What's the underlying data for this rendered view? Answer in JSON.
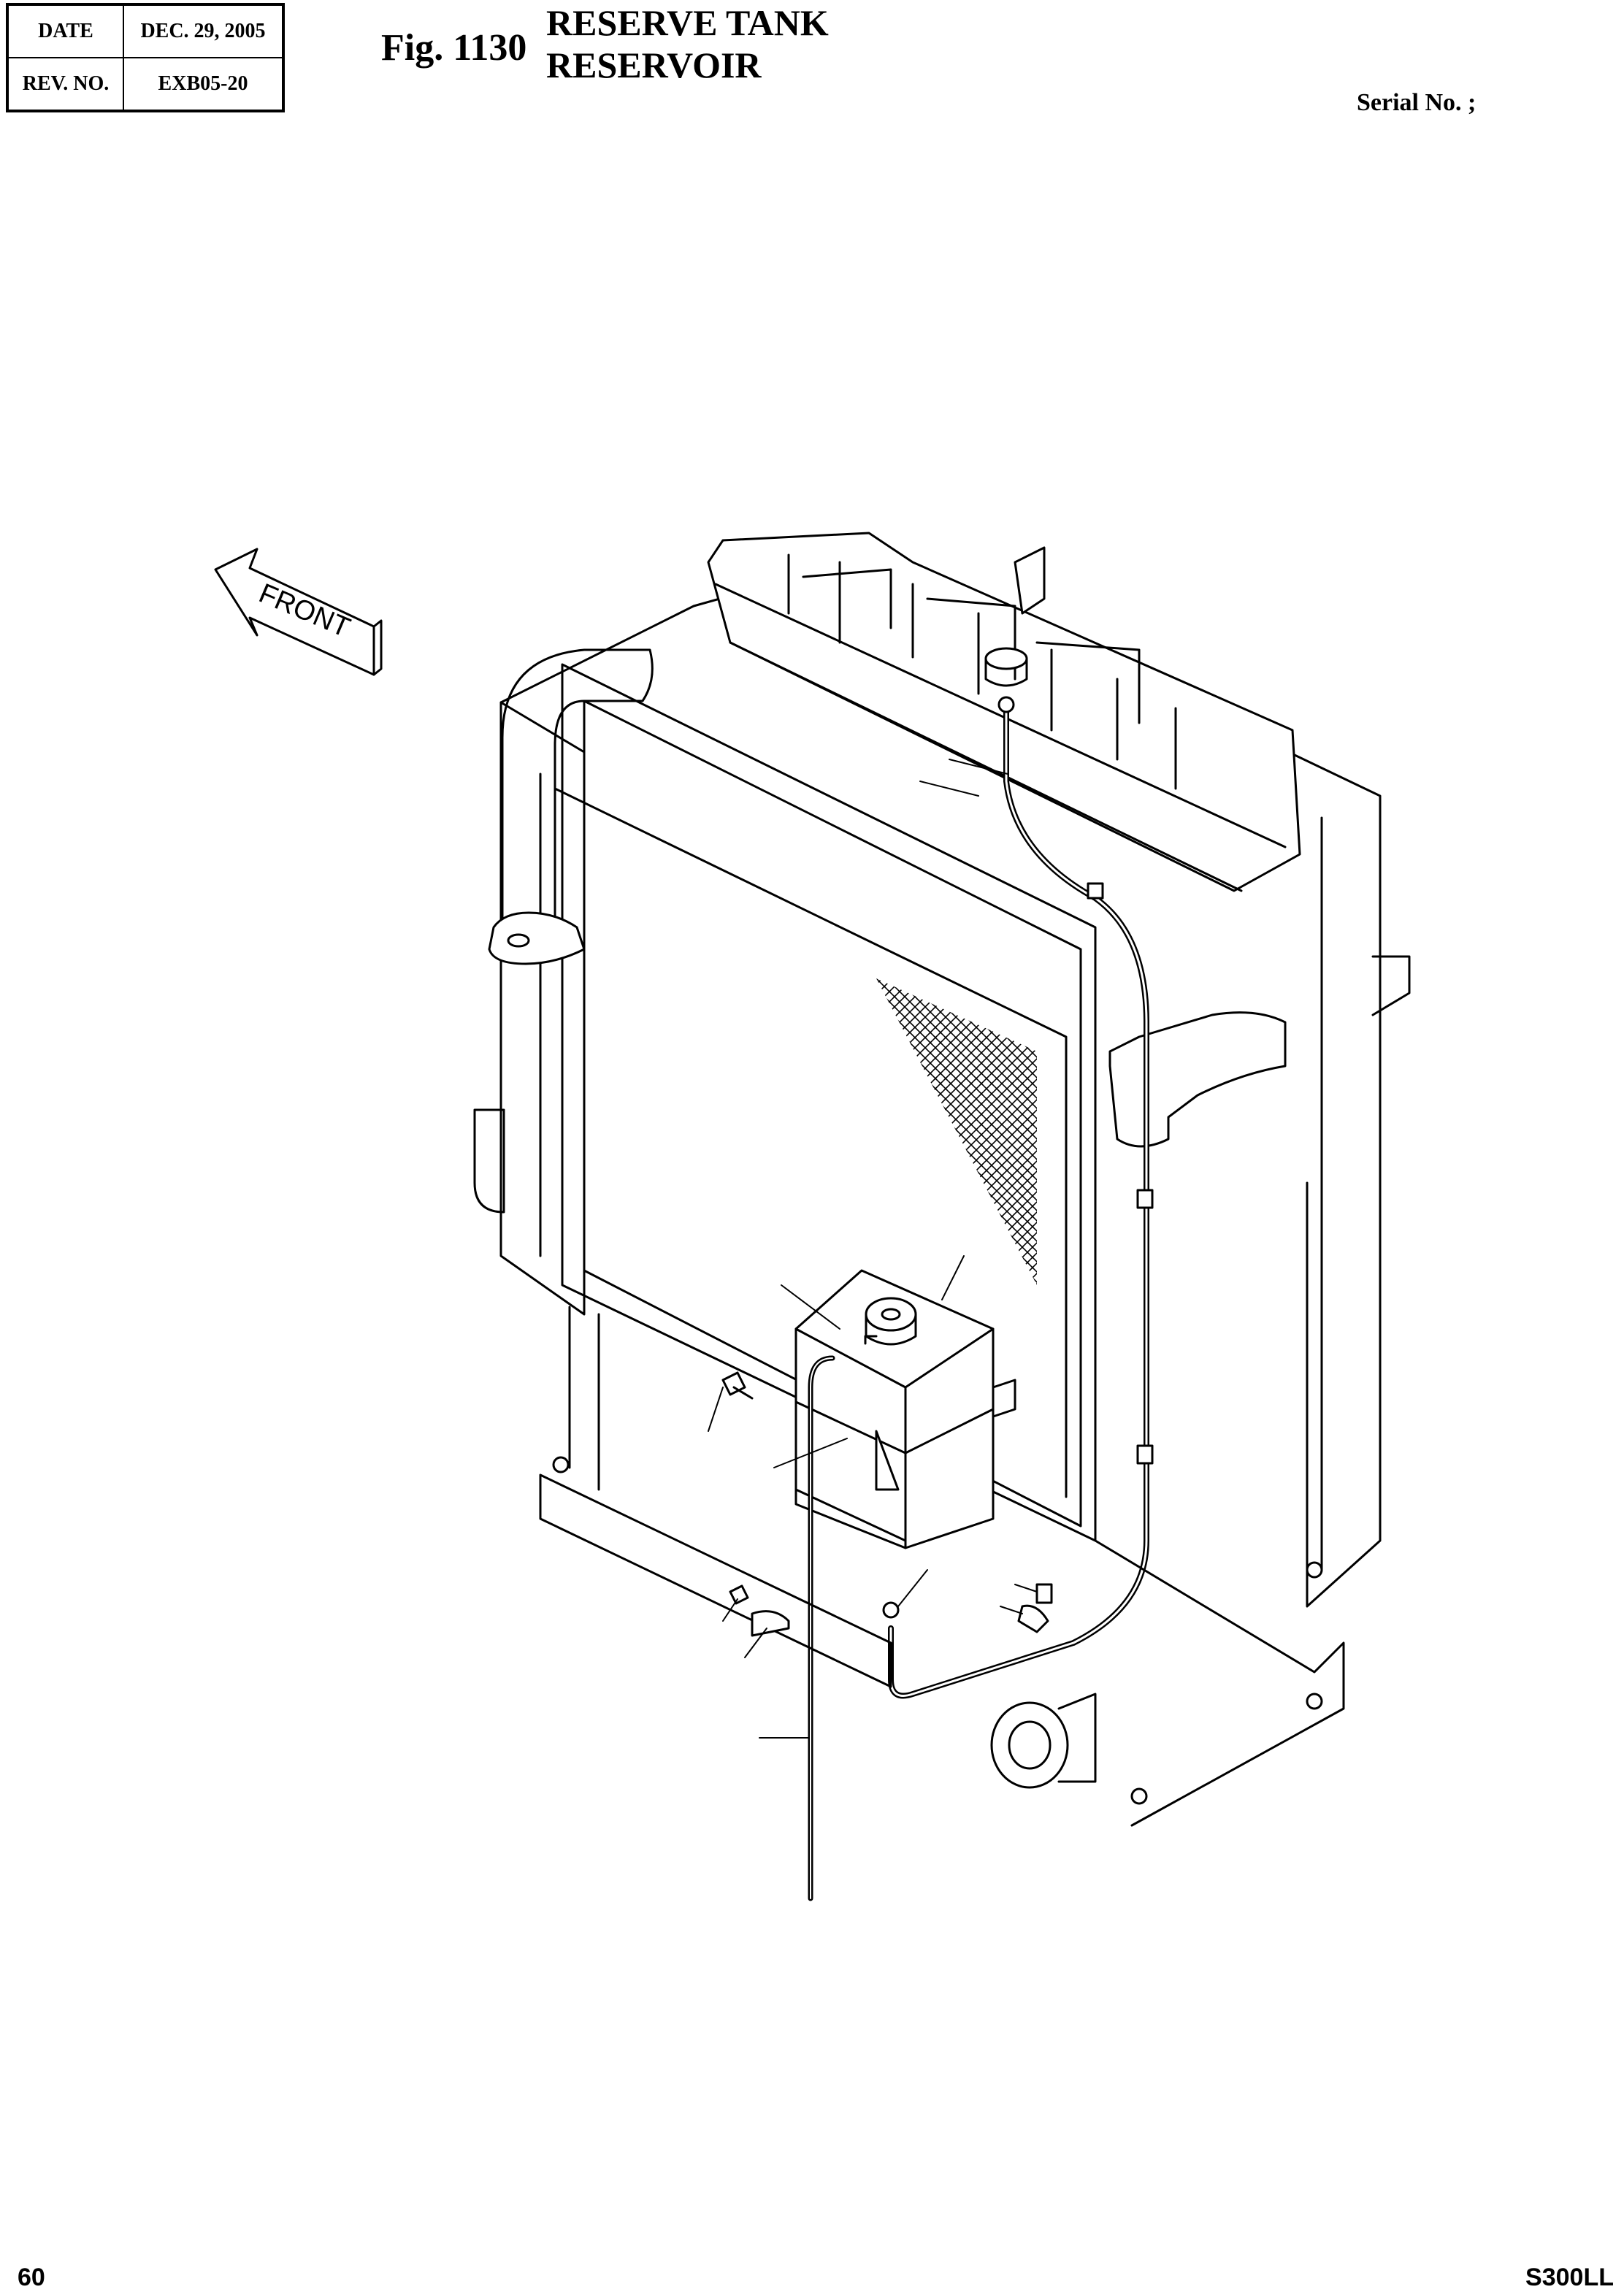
{
  "header": {
    "date_label": "DATE",
    "date_value": "DEC. 29, 2005",
    "rev_label": "REV. NO.",
    "rev_value": "EXB05-20"
  },
  "figure": {
    "number": "Fig. 1130",
    "title_line1": "RESERVE TANK",
    "title_line2": "RESERVOIR",
    "serial": "Serial No. ;"
  },
  "drawing": {
    "direction_label": "FRONT"
  },
  "footer": {
    "page": "60",
    "model": "S300LL"
  }
}
